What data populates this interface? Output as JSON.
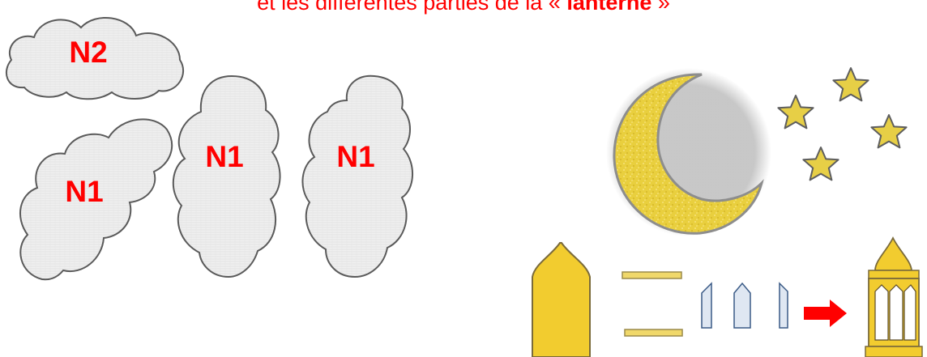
{
  "heading": {
    "before": "et les différentes parties de la « ",
    "bold": "lanterne",
    "after": " »"
  },
  "clouds": [
    {
      "label": "N2"
    },
    {
      "label": "N1"
    },
    {
      "label": "N1"
    },
    {
      "label": "N1"
    }
  ],
  "colors": {
    "label": "#ff0000",
    "cloud_fill": "#efefef",
    "cloud_outline": "#5a5a5a",
    "moon_fill": "#e9cf3e",
    "star_fill": "#e7cf46",
    "lantern_fill": "#f2cc2f",
    "panel_fill": "#dfe7f2",
    "panel_outline": "#3a5a86",
    "arrow": "#ff0000"
  },
  "icons": [
    "cloud-shape",
    "crescent-moon-icon",
    "star-icon",
    "lantern-icon",
    "arrow-right-icon"
  ]
}
